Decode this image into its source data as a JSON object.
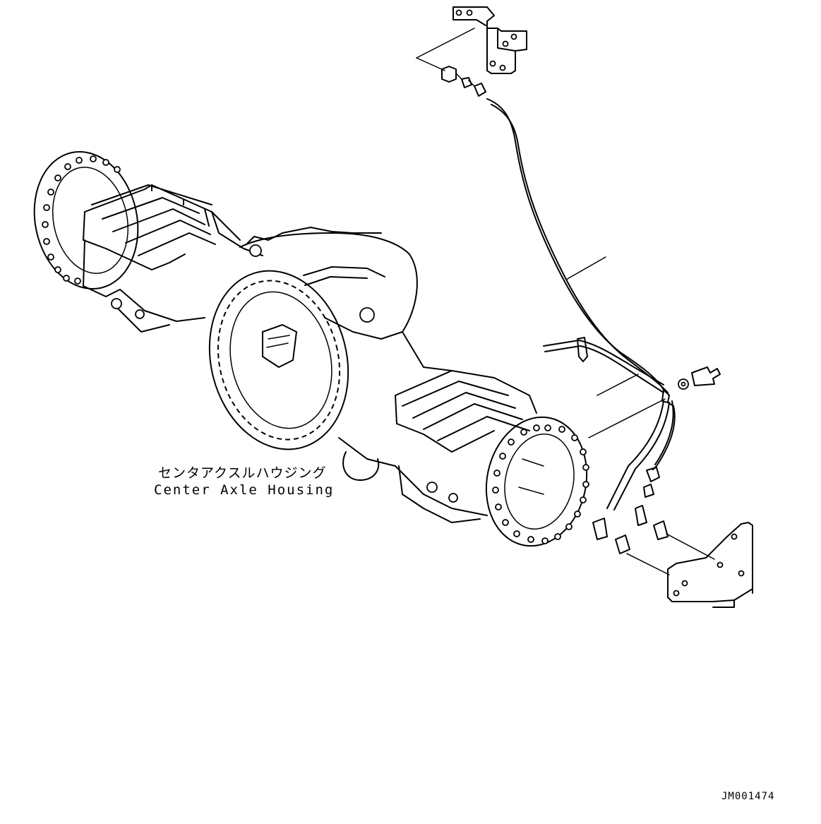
{
  "callout": {
    "label_jp": "センタアクスルハウジング",
    "label_en": "Center Axle Housing"
  },
  "drawing_number": "JM001474"
}
